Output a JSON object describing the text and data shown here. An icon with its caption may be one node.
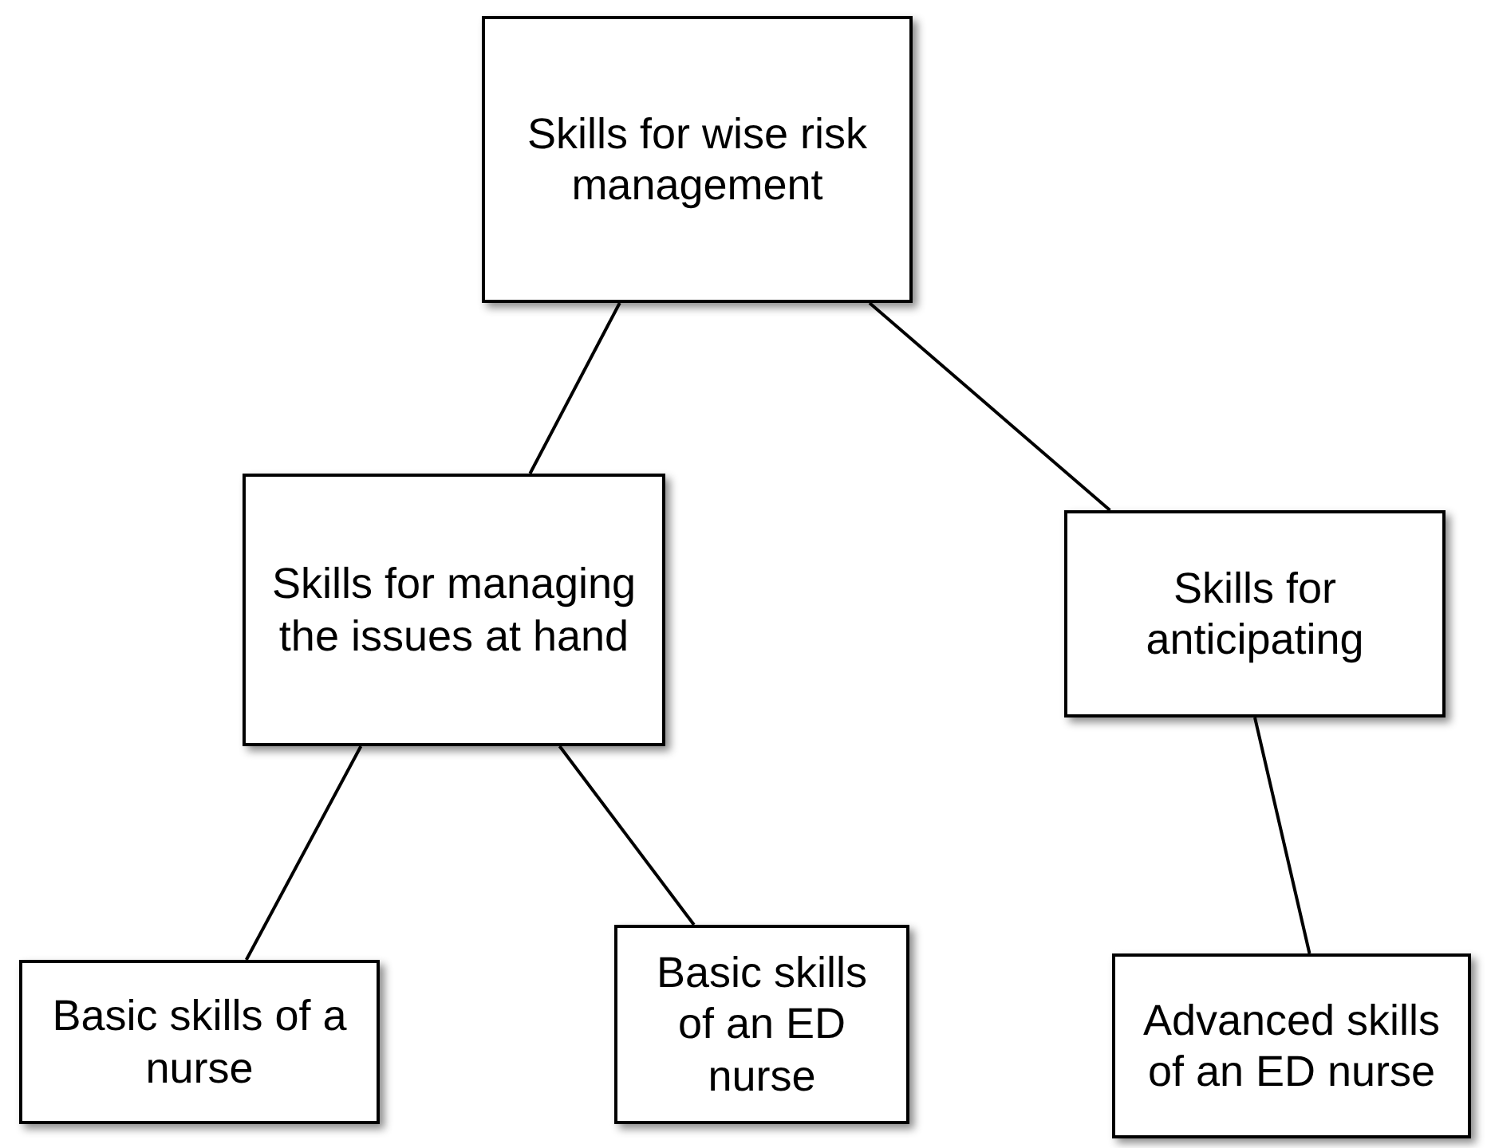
{
  "diagram": {
    "nodes": [
      {
        "text": [
          "Skills for wise risk management"
        ]
      },
      {
        "text": [
          "Skills for managing the issues at hand"
        ]
      },
      {
        "text": [
          "Skills for anticipating"
        ]
      },
      {
        "text": [
          "Basic skills of a nurse"
        ]
      },
      {
        "text": [
          "Basic skills of an ED nurse"
        ]
      },
      {
        "text": [
          "Advanced skills of an ED nurse"
        ]
      }
    ],
    "edges": [
      {
        "from": 0,
        "to": 1,
        "arrow": "none"
      },
      {
        "from": 0,
        "to": 2,
        "arrow": "none"
      },
      {
        "from": 1,
        "to": 3,
        "arrow": "none"
      },
      {
        "from": 1,
        "to": 4,
        "arrow": "none"
      },
      {
        "from": 2,
        "to": 5,
        "arrow": "none"
      }
    ]
  }
}
